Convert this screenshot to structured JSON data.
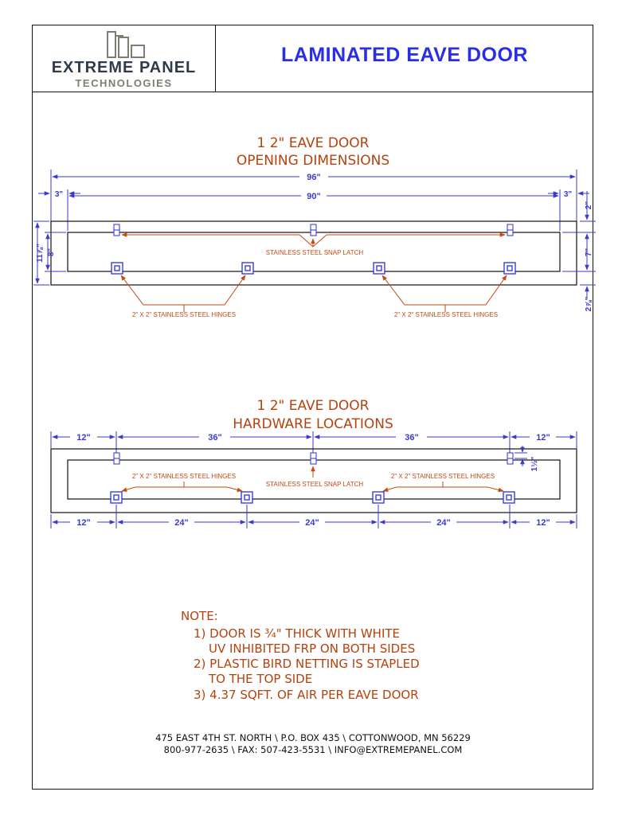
{
  "header": {
    "company_line1": "EXTREME PANEL",
    "company_line2": "TECHNOLOGIES",
    "title": "LAMINATED EAVE DOOR"
  },
  "opening": {
    "title_line1": "1 2\" EAVE DOOR",
    "title_line2": "OPENING DIMENSIONS",
    "dim_96": "96\"",
    "dim_90": "90\"",
    "dim_3_left": "3\"",
    "dim_3_right": "3\"",
    "dim_right_2": "2\"",
    "dim_right_7": "7\"",
    "dim_right_bottom": "2⅞\"",
    "dim_left_outer": "11⅞\"",
    "dim_left_inner": "8\"",
    "latch_label": "STAINLESS STEEL SNAP LATCH",
    "hinges_label_left": "2\" X 2\" STAINLESS STEEL HINGES",
    "hinges_label_right": "2\" X 2\" STAINLESS STEEL HINGES"
  },
  "hardware": {
    "title_line1": "1 2\" EAVE DOOR",
    "title_line2": "HARDWARE LOCATIONS",
    "top_dims": [
      "12\"",
      "36\"",
      "36\"",
      "12\""
    ],
    "bottom_dims": [
      "12\"",
      "24\"",
      "24\"",
      "24\"",
      "12\""
    ],
    "dim_right": "1½\"",
    "hinges_label_left": "2\" X 2\" STAINLESS STEEL HINGES",
    "hinges_label_right": "2\" X 2\" STAINLESS STEEL HINGES",
    "latch_label": "STAINLESS STEEL SNAP LATCH"
  },
  "notes": {
    "heading": "NOTE:",
    "lines": [
      "1) DOOR IS ¾\" THICK WITH WHITE",
      "UV INHIBITED FRP ON BOTH SIDES",
      "2) PLASTIC BIRD NETTING IS STAPLED",
      "TO THE TOP SIDE",
      "3) 4.37 SQFT. OF AIR PER EAVE DOOR"
    ]
  },
  "footer": {
    "address": "475 EAST 4TH ST. NORTH \\ P.O. BOX 435 \\ COTTONWOOD, MN 56229",
    "contact": "800-977-2635 \\ FAX: 507-423-5531 \\ INFO@EXTREMEPANEL.COM"
  },
  "colors": {
    "title_blue": "#2a2ee6",
    "dimension_blue": "#3a3acc",
    "annotation_orange": "#c24a10",
    "outline": "#111111"
  }
}
